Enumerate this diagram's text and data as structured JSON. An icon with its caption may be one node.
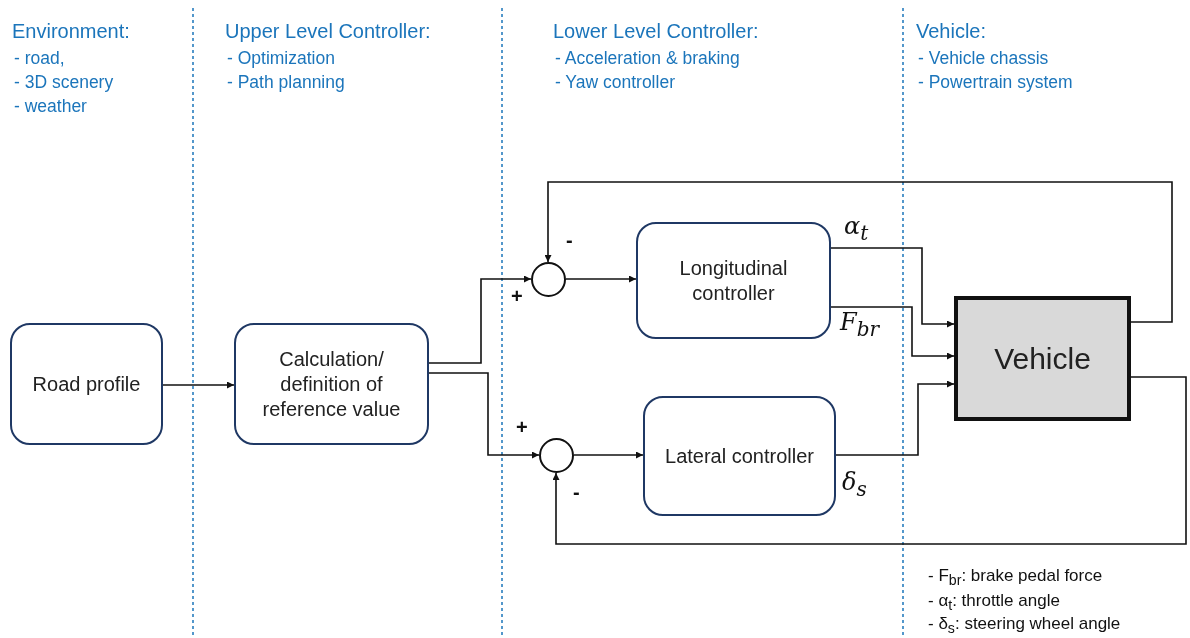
{
  "diagram": {
    "nodes": [
      {
        "text": [
          "Road profile"
        ]
      },
      {
        "text": [
          "Calculation/ definition of reference value"
        ]
      },
      {
        "text": [],
        "shape": "circle"
      },
      {
        "text": [
          "Longitudinal controller"
        ]
      },
      {
        "text": [],
        "shape": "circle"
      },
      {
        "text": [
          "Lateral controller"
        ]
      },
      {
        "text": [
          "Vehicle"
        ]
      }
    ],
    "edges": [
      {
        "from": 0,
        "to": 1,
        "arrow": "to"
      },
      {
        "from": 1,
        "to": 2,
        "arrow": "to"
      },
      {
        "from": 1,
        "to": 4,
        "arrow": "to"
      },
      {
        "from": 2,
        "to": 3,
        "arrow": "to"
      },
      {
        "from": 4,
        "to": 5,
        "arrow": "to"
      },
      {
        "from": 3,
        "to": 6,
        "arrow": "to",
        "label": "α$_{t}$"
      },
      {
        "from": 3,
        "to": 6,
        "arrow": "to",
        "label": "F$_{br}$"
      },
      {
        "from": 5,
        "to": 6,
        "arrow": "to",
        "label": "δ$_{s}$"
      },
      {
        "from": 6,
        "to": 2,
        "arrow": "to"
      },
      {
        "from": 6,
        "to": 4,
        "arrow": "to"
      }
    ],
    "labels": [
      "Environment:",
      "- road,",
      "- 3D scenery",
      "- weather",
      "Upper Level Controller:",
      "- Optimization",
      "- Path planning",
      "Lower Level Controller:",
      "- Acceleration & braking",
      "- Yaw controller",
      "Vehicle:",
      "- Vehicle chassis",
      "- Powertrain system",
      "-",
      "+",
      "+",
      "-",
      "- F$_{br}$: brake pedal force",
      "- α$_{t}$: throttle angle",
      "- δ$_{s}$: steering wheel angle"
    ]
  }
}
